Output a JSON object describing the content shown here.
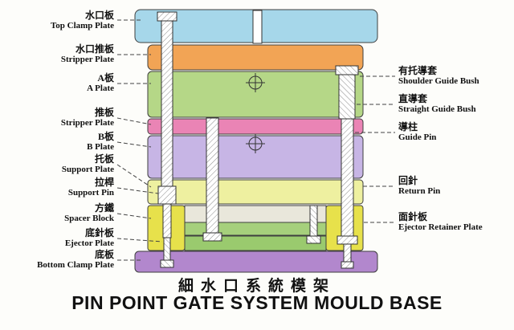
{
  "title": {
    "cn": "細水口系統模架",
    "en": "PIN POINT GATE SYSTEM MOULD BASE"
  },
  "left_labels": [
    {
      "cn": "水口板",
      "en": "Top Clamp Plate"
    },
    {
      "cn": "水口推板",
      "en": "Stripper Plate"
    },
    {
      "cn": "A板",
      "en": "A Plate"
    },
    {
      "cn": "推板",
      "en": "Stripper Plate"
    },
    {
      "cn": "B板",
      "en": "B Plate"
    },
    {
      "cn": "托板",
      "en": "Support Plate"
    },
    {
      "cn": "拉桿",
      "en": "Support Pin"
    },
    {
      "cn": "方鐵",
      "en": "Spacer Block"
    },
    {
      "cn": "底針板",
      "en": "Ejector Plate"
    },
    {
      "cn": "底板",
      "en": "Bottom Clamp Plate"
    }
  ],
  "right_labels": [
    {
      "cn": "有托導套",
      "en": "Shoulder Guide Bush"
    },
    {
      "cn": "直導套",
      "en": "Straight Guide Bush"
    },
    {
      "cn": "導柱",
      "en": "Guide Pin"
    },
    {
      "cn": "回針",
      "en": "Return Pin"
    },
    {
      "cn": "面針板",
      "en": "Ejector Retainer Plate"
    }
  ],
  "colors": {
    "top_clamp_plate": "#a6d7ea",
    "stripper_plate_top": "#f2a455",
    "a_plate": "#b5d787",
    "stripper_plate_mid": "#ea84b5",
    "b_plate": "#c7b5e5",
    "support_plate": "#eef0a0",
    "spacer_block": "#e7e14b",
    "ejector_retainer_plate": "#a6d07c",
    "ejector_plate": "#9aca6e",
    "bottom_clamp_plate": "#b287cd",
    "pocket": "#e9e7db"
  }
}
